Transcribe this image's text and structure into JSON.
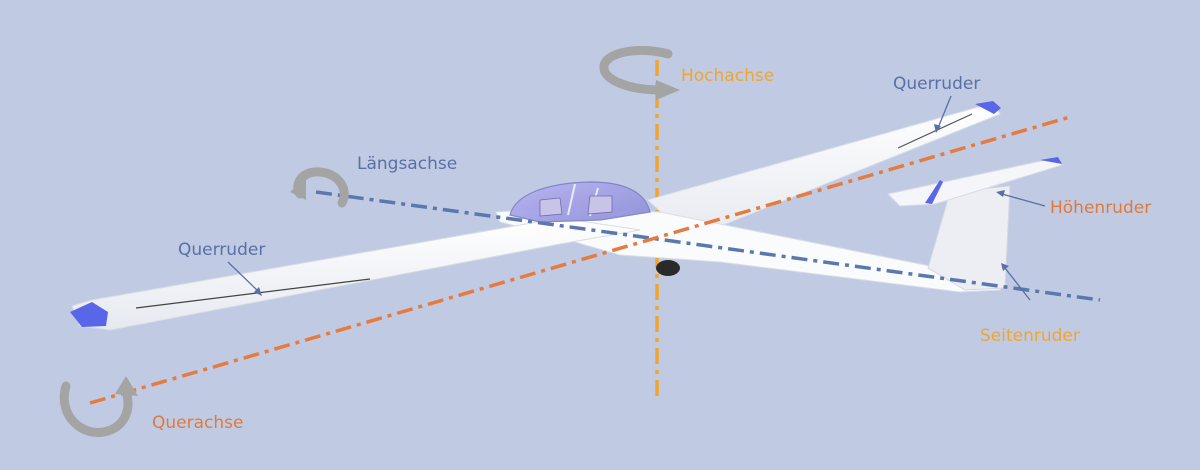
{
  "labels": {
    "hochachse": "Hochachse",
    "laengsachse": "Längsachse",
    "querachse": "Querachse",
    "querruder_left": "Querruder",
    "querruder_right": "Querruder",
    "hoehenruder": "Höhenruder",
    "seitenruder": "Seitenruder"
  },
  "colors": {
    "background": "#c0cae3",
    "hochachse": "#f0a531",
    "laengsachse": "#5a77ae",
    "querachse": "#e57b3e",
    "querruder_label": "#5a6fa5",
    "hoehenruder_label": "#e07a3c",
    "seitenruder_label": "#f0a531",
    "rotation_arrow": "#a4a4a4",
    "aircraft": "#ffffff",
    "wingtip": "#5a66e8"
  }
}
